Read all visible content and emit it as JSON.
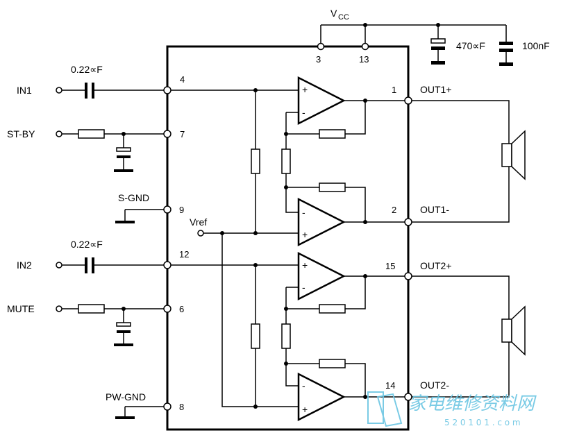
{
  "supply": {
    "label": "V",
    "sub": "CC"
  },
  "pins": {
    "p3": "3",
    "p13": "13",
    "p4": "4",
    "p7": "7",
    "p9": "9",
    "p12": "12",
    "p6": "6",
    "p8": "8",
    "p1": "1",
    "p2": "2",
    "p15": "15",
    "p14": "14"
  },
  "inputs": {
    "in1": "IN1",
    "stby": "ST-BY",
    "sgnd": "S-GND",
    "in2": "IN2",
    "mute": "MUTE",
    "pwgnd": "PW-GND",
    "vref": "Vref"
  },
  "outputs": {
    "out1p": "OUT1+",
    "out1m": "OUT1-",
    "out2p": "OUT2+",
    "out2m": "OUT2-"
  },
  "components": {
    "c_in1": "0.22∝F",
    "c_in2": "0.22∝F",
    "c_bulk": "470∝F",
    "c_dec": "100nF"
  },
  "amp_signs": {
    "plus": "+",
    "minus": "-"
  },
  "watermark": {
    "text": "家电维修资料网",
    "url": "5 2 0 1 0 1 . c o m"
  },
  "colors": {
    "ink": "#000000",
    "watermark": "#6cc6e3"
  }
}
